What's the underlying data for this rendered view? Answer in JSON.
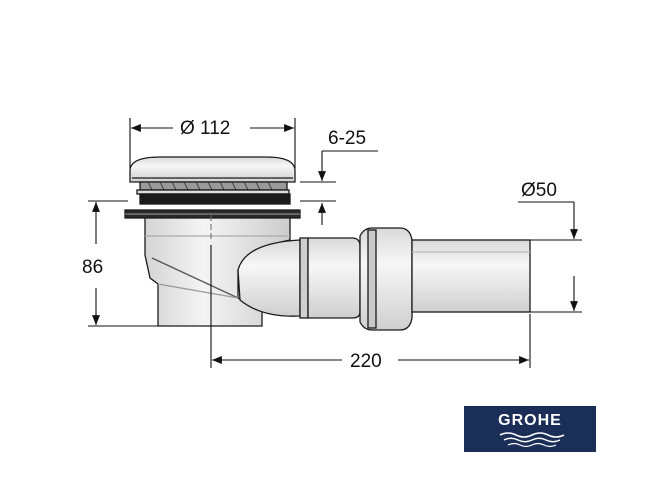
{
  "dimensions": {
    "diameter_top": "Ø 112",
    "adjust_range": "6-25",
    "diameter_outlet": "Ø50",
    "height": "86",
    "length": "220"
  },
  "logo": {
    "text": "GROHE"
  },
  "colors": {
    "line": "#1a1a1a",
    "logo_bg": "#1a2e58",
    "logo_fg": "#ffffff",
    "body_fill": "#e6e6e6"
  }
}
